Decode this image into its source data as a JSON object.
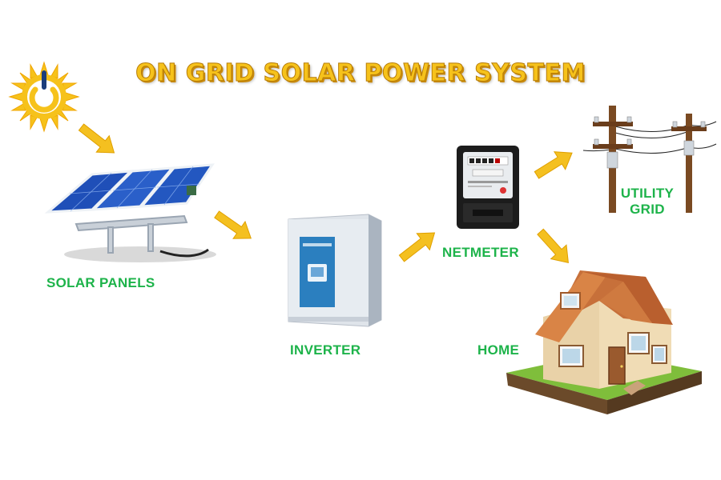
{
  "title": "ON GRID SOLAR POWER SYSTEM",
  "labels": {
    "solar_panels": "SOLAR PANELS",
    "inverter": "INVERTER",
    "netmeter": "NETMETER",
    "utility_line1": "UTILITY",
    "utility_line2": "GRID",
    "home": "HOME"
  },
  "colors": {
    "title": "#f6c21b",
    "label": "#1db34a",
    "arrow": "#f4c020"
  },
  "icons": [
    "sun-power-icon",
    "solar-panel-icon",
    "inverter-icon",
    "electric-meter-icon",
    "utility-pole-icon",
    "house-icon",
    "arrow-icon"
  ]
}
